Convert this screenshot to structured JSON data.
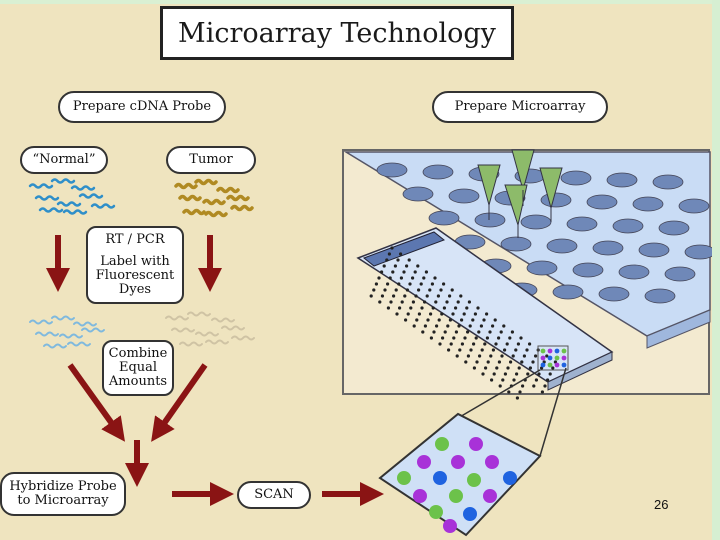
{
  "title": "Microarray Technology",
  "left_branch": {
    "header": "Prepare cDNA Probe",
    "normal_label": "“Normal”",
    "tumor_label": "Tumor",
    "rt_pcr_label": "RT / PCR",
    "label_step_lines": [
      "Label with",
      "Fluorescent",
      "Dyes"
    ],
    "combine_lines": [
      "Combine",
      "Equal",
      "Amounts"
    ],
    "hybridize_lines": [
      "Hybridize Probe",
      "to Microarray"
    ],
    "scan_label": "SCAN"
  },
  "right_branch": {
    "header": "Prepare Microarray"
  },
  "page_number": "26",
  "colors": {
    "background": "#efe4bf",
    "arrow": "#8a1414",
    "normal_strand": "#2f8fc9",
    "tumor_strand": "#b08a22",
    "plate": "#bfd3f2",
    "spot_green": "#6cc24a",
    "spot_purple": "#a832d8",
    "spot_blue": "#1f63e0"
  }
}
